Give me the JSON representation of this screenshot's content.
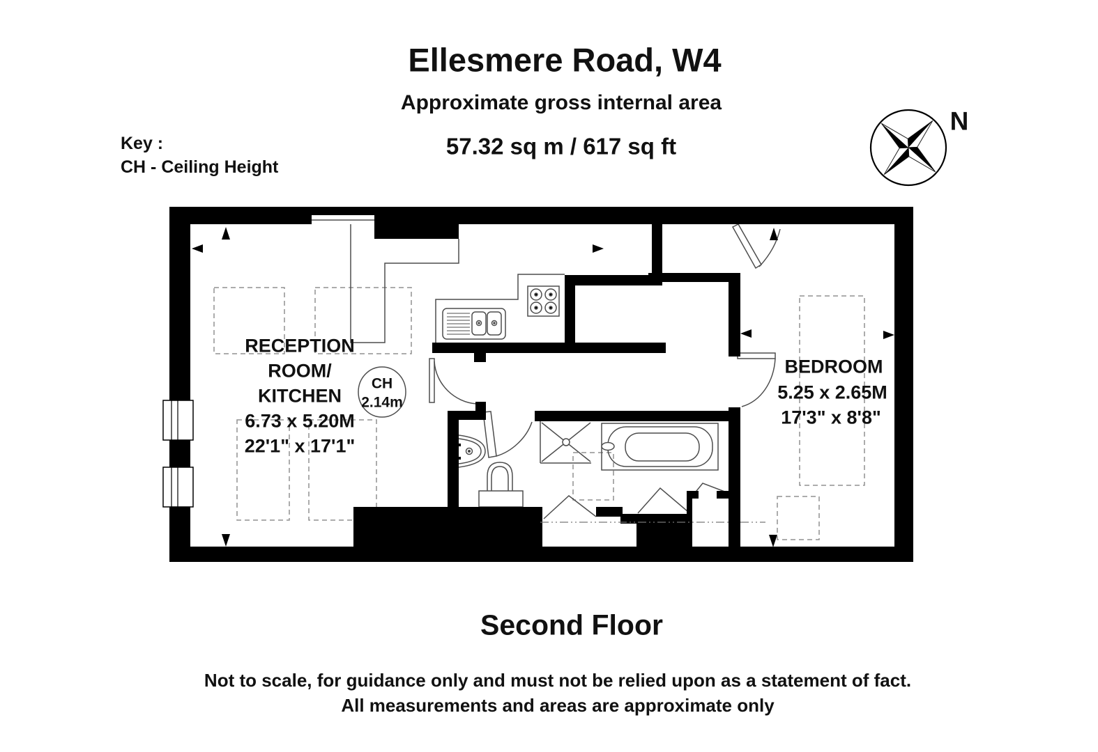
{
  "header": {
    "title": "Ellesmere Road, W4",
    "subtitle": "Approximate gross internal area",
    "area": "57.32 sq m /  617 sq ft"
  },
  "key": {
    "label": "Key :",
    "item": "CH - Ceiling Height"
  },
  "compass": {
    "north_label": "N"
  },
  "rooms": {
    "reception": {
      "name_line1": "RECEPTION",
      "name_line2": "ROOM/",
      "name_line3": "KITCHEN",
      "dims_metric": "6.73 x 5.20M",
      "dims_imperial": "22'1\" x 17'1\""
    },
    "bedroom": {
      "name": "BEDROOM",
      "dims_metric": "5.25 x 2.65M",
      "dims_imperial": "17'3\" x 8'8\""
    },
    "ceiling_height": {
      "label": "CH",
      "value": "2.14m"
    }
  },
  "footer": {
    "floor_name": "Second Floor",
    "disclaimer_line1": "Not to scale, for guidance only and must not be relied upon as a statement of fact.",
    "disclaimer_line2": "All measurements and areas are approximate only"
  },
  "icons": {
    "compass": "compass-rose-icon",
    "fixtures": [
      "kitchen-sink-icon",
      "stove-icon",
      "bathtub-icon",
      "toilet-icon",
      "washbasin-icon",
      "shower-icon",
      "window-icon",
      "door-swing-icon",
      "slope-arrow-icon"
    ]
  },
  "colors": {
    "wall": "#000000",
    "thin_line": "#4d4d4d",
    "dashed_furniture": "#909090",
    "background": "#ffffff"
  }
}
